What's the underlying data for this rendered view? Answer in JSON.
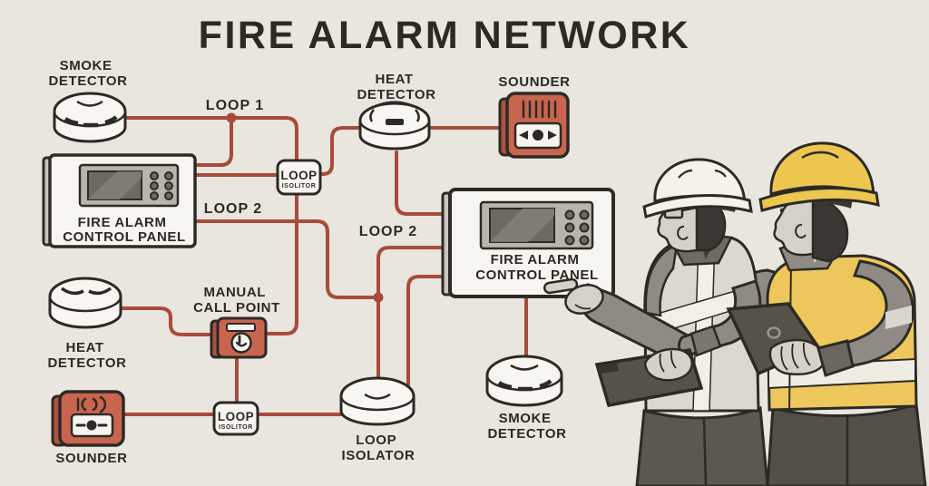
{
  "title": "FIRE ALARM NETWORK",
  "colors": {
    "background": "#e9e5df",
    "ink": "#2d2a26",
    "wire_red": "#a84b3a",
    "device_red": "#c9654f",
    "device_red_dark": "#b05140",
    "panel_face": "#f7f5f0",
    "panel_side": "#c9c5be",
    "screen_bezel": "#b9b5ae",
    "screen": "#6e6a63",
    "disc_white": "#f8f6f0",
    "helmet_white": "#f5f2ec",
    "helmet_yellow": "#ecc64f",
    "vest_yellow": "#edc75b",
    "vest_white": "#dcd8d0",
    "sleeve_gray": "#8f8b84",
    "skin": "#d5d1c9",
    "laptop_gray": "#555249",
    "trouser_gray": "#56534d"
  },
  "wires": {
    "loop1_label": "LOOP 1",
    "loop2_left_label": "LOOP 2",
    "loop2_right_label": "LOOP 2"
  },
  "devices": {
    "smoke_detector_top": {
      "line1": "SMOKE",
      "line2": "DETECTOR"
    },
    "heat_detector_top": {
      "line1": "HEAT",
      "line2": "DETECTOR"
    },
    "sounder_top": {
      "label": "SOUNDER"
    },
    "control_panel_left": {
      "line1": "FIRE ALARM",
      "line2": "CONTROL PANEL"
    },
    "loop_isolator_box_top": {
      "line1": "LOOP",
      "line2": "ISOLITOR"
    },
    "manual_call_point": {
      "line1": "MANUAL",
      "line2": "CALL POINT"
    },
    "heat_detector_left": {
      "line1": "HEAT",
      "line2": "DETECTOR"
    },
    "sounder_left": {
      "label": "SOUNDER"
    },
    "loop_isolator_box_bottom": {
      "line1": "LOOP",
      "line2": "ISOLITOR"
    },
    "loop_isolator_disc": {
      "line1": "LOOP",
      "line2": "ISOLATOR"
    },
    "control_panel_right": {
      "line1": "FIRE ALARM",
      "line2": "CONTROL PANEL"
    },
    "smoke_detector_bottom": {
      "line1": "SMOKE",
      "line2": "DETECTOR"
    }
  }
}
